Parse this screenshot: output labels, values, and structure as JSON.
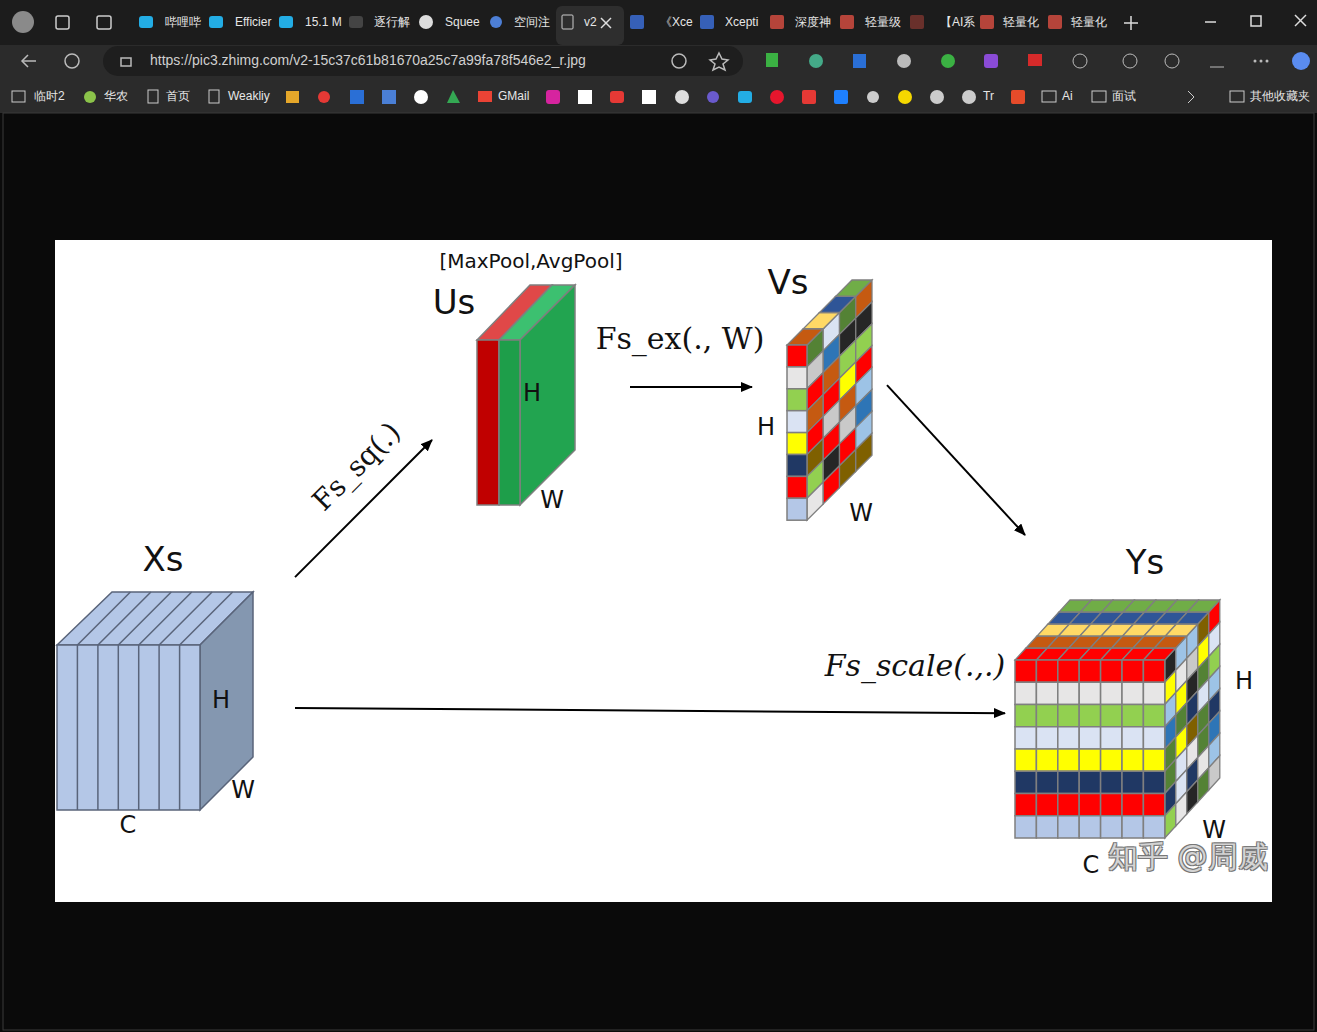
{
  "diagram": {
    "nodes": [
      {
        "text": [
          "Xs",
          "H",
          "W",
          "C"
        ]
      },
      {
        "text": [
          "[MaxPool,AvgPool]",
          "Us",
          "H",
          "W"
        ]
      },
      {
        "text": [
          "Vs",
          "H",
          "W"
        ]
      },
      {
        "text": [
          "Ys",
          "H",
          "W",
          "C"
        ]
      }
    ],
    "edges": [
      {
        "from": 0,
        "to": 1,
        "arrow": "to",
        "label": "Fs_sq(.)"
      },
      {
        "from": 1,
        "to": 2,
        "arrow": "to",
        "label": "Fs_ex(., W)"
      },
      {
        "from": 2,
        "to": 3,
        "arrow": "to"
      },
      {
        "from": 0,
        "to": 3,
        "arrow": "to",
        "label": "Fs_scale(.,.)"
      }
    ],
    "labels": [
      "哔哩哔",
      "Efficier",
      "15.1 M",
      "逐行解",
      "Squee",
      "空间注",
      "v2",
      "《Xce",
      "Xcepti",
      "深度神",
      "轻量级",
      "【AI系",
      "轻量化",
      "轻量化",
      "https://pic3.zhimg.com/v2-15c37c61b81670a25c7a99fa78f546e2_r.jpg",
      "临时2",
      "华农",
      "首页",
      "Weakliy",
      "GMail",
      "Tr",
      "Ai",
      "面试",
      "其他收藏夹",
      "知乎 @周威"
    ]
  }
}
